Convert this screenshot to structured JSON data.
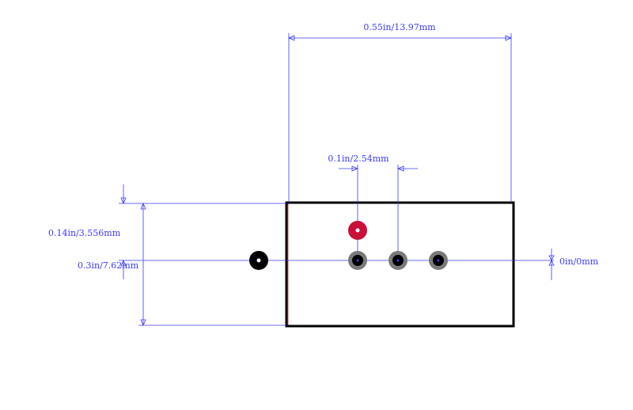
{
  "dimensions": {
    "width_label": "0.55in/13.97mm",
    "pitch_label": "0.1in/2.54mm",
    "height_label": "0.3in/7.62mm",
    "offset_label": "0.14in/3.556mm",
    "zero_label": "0in/0mm"
  },
  "colors": {
    "dimension_line": "#3a3aff",
    "outline": "#000000",
    "outline_inner": "#e06060",
    "pin1_pad": "#c8103a",
    "pad_ring": "#7a7a7a",
    "pad_hole": "#000000",
    "ref_pad": "#000000"
  }
}
